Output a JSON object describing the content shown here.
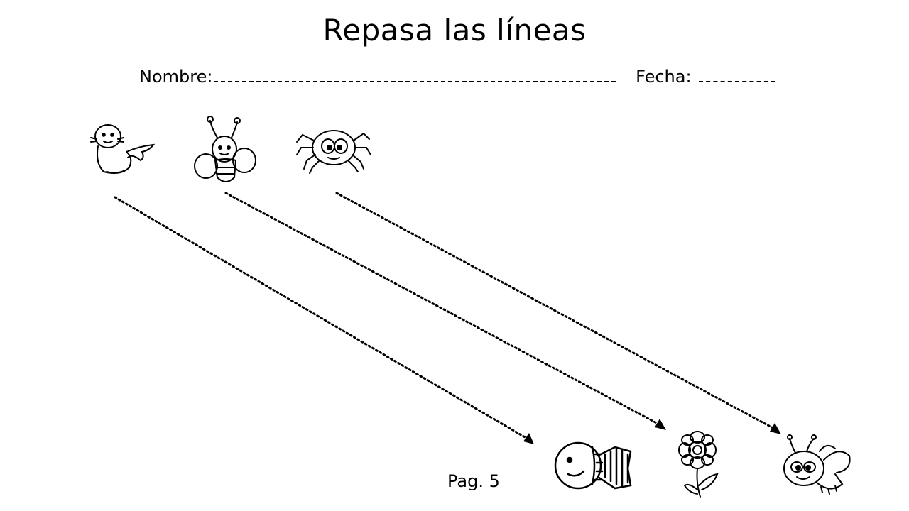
{
  "worksheet": {
    "title": "Repasa las líneas",
    "name_label": "Nombre:",
    "date_label": "Fecha:",
    "page_label": "Pag. 5"
  },
  "pictures": {
    "top_row": [
      "seal-icon",
      "bee-icon",
      "spider-icon"
    ],
    "bottom_row": [
      "fish-icon",
      "flower-icon",
      "ladybug-icon"
    ]
  }
}
